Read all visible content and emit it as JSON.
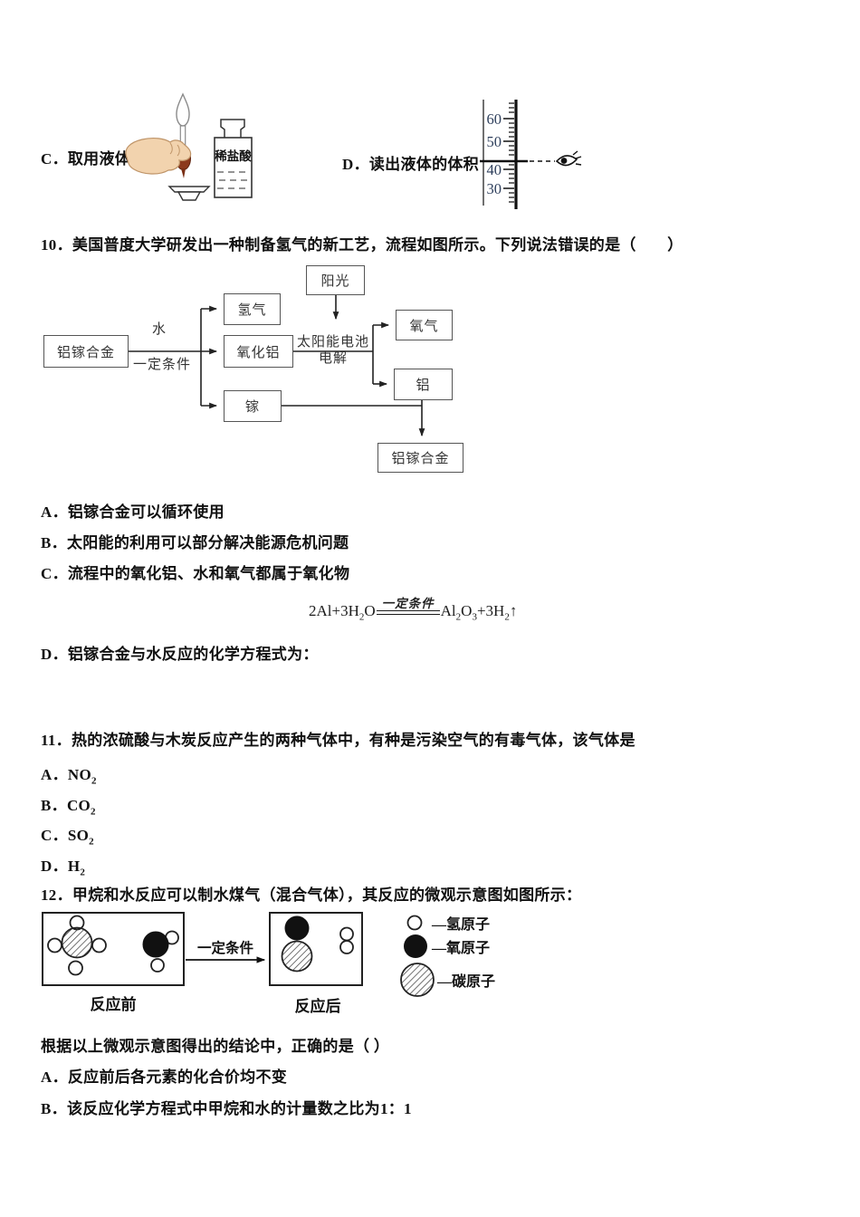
{
  "colors": {
    "ink": "#111111",
    "diagram_line": "#222222",
    "box_border": "#555555",
    "tick_number": "#2e3f5c",
    "bulb": "#8c3a1d",
    "skin": "#f2d3ae"
  },
  "q9": {
    "option_c_label": "C．取用液体",
    "bottle_label": "稀盐酸",
    "option_d_label": "D．读出液体的体积",
    "cylinder_ticks": [
      "60",
      "50",
      "40",
      "30"
    ]
  },
  "q10": {
    "stem": "10．美国普度大学研发出一种制备氢气的新工艺，流程如图所示。下列说法错误的是（　　）",
    "flow": {
      "alloy_left": "铝镓合金",
      "water": "水",
      "condition": "一定条件",
      "h2": "氢气",
      "al2o3": "氧化铝",
      "ga": "镓",
      "sunlight": "阳光",
      "solar_line1": "太阳能电池",
      "solar_line2": "电解",
      "o2": "氧气",
      "al": "铝",
      "alloy_bottom": "铝镓合金"
    },
    "options": [
      "A．铝镓合金可以循环使用",
      "B．太阳能的利用可以部分解决能源危机问题",
      "C．流程中的氧化铝、水和氧气都属于氧化物",
      "D．铝镓合金与水反应的化学方程式为："
    ],
    "equation": {
      "r1": "2Al+3H",
      "r1sub": "2",
      "r2": "O",
      "condition": "一定条件",
      "p1": "Al",
      "p1sub": "2",
      "p2": "O",
      "p2sub": "3",
      "p3": "+3H",
      "p3sub": "2",
      "arrow": "↑"
    }
  },
  "q11": {
    "stem": "11．热的浓硫酸与木炭反应产生的两种气体中，有种是污染空气的有毒气体，该气体是",
    "options": [
      {
        "pre": "A．NO",
        "sub": "2"
      },
      {
        "pre": "B．CO",
        "sub": "2"
      },
      {
        "pre": "C．SO",
        "sub": "2"
      },
      {
        "pre": "D．H",
        "sub": "2"
      }
    ]
  },
  "q12": {
    "stem": "12．甲烷和水反应可以制水煤气（混合气体），其反应的微观示意图如图所示：",
    "condition": "一定条件",
    "before_label": "反应前",
    "after_label": "反应后",
    "legend": [
      {
        "icon": "hydrogen-atom",
        "label": "—氢原子"
      },
      {
        "icon": "oxygen-atom",
        "label": "—氧原子"
      },
      {
        "icon": "carbon-atom",
        "label": "—碳原子"
      }
    ],
    "followup": "根据以上微观示意图得出的结论中，正确的是（ ）",
    "options": [
      "A．反应前后各元素的化合价均不变",
      "B．该反应化学方程式中甲烷和水的计量数之比为1：1"
    ]
  }
}
